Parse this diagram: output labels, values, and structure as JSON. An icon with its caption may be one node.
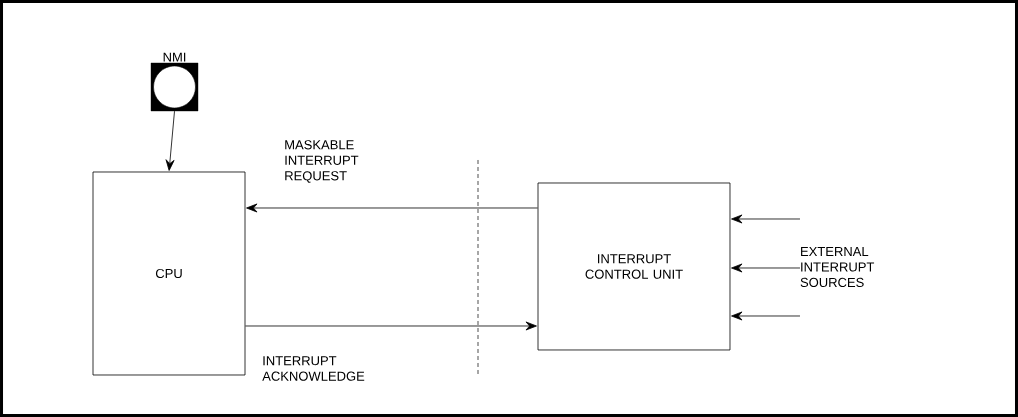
{
  "diagram": {
    "nodes": [
      {
        "text": [
          "NMI"
        ]
      },
      {
        "text": [
          "CPU"
        ]
      },
      {
        "text": [
          "INTERRUPT CONTROL UNIT"
        ]
      },
      {
        "text": [
          "EXTERNAL INTERRUPT SOURCES"
        ]
      }
    ],
    "edges": [
      {
        "from": 0,
        "to": 1,
        "arrow": "to"
      },
      {
        "from": 2,
        "to": 1,
        "arrow": "to",
        "label": "MASKABLE INTERRUPT REQUEST"
      },
      {
        "from": 1,
        "to": 2,
        "arrow": "to",
        "label": "INTERRUPT ACKNOWLEDGE"
      },
      {
        "from": 3,
        "to": 2,
        "arrow": "to"
      },
      {
        "from": 3,
        "to": 2,
        "arrow": "to"
      },
      {
        "from": 3,
        "to": 2,
        "arrow": "to"
      }
    ]
  }
}
